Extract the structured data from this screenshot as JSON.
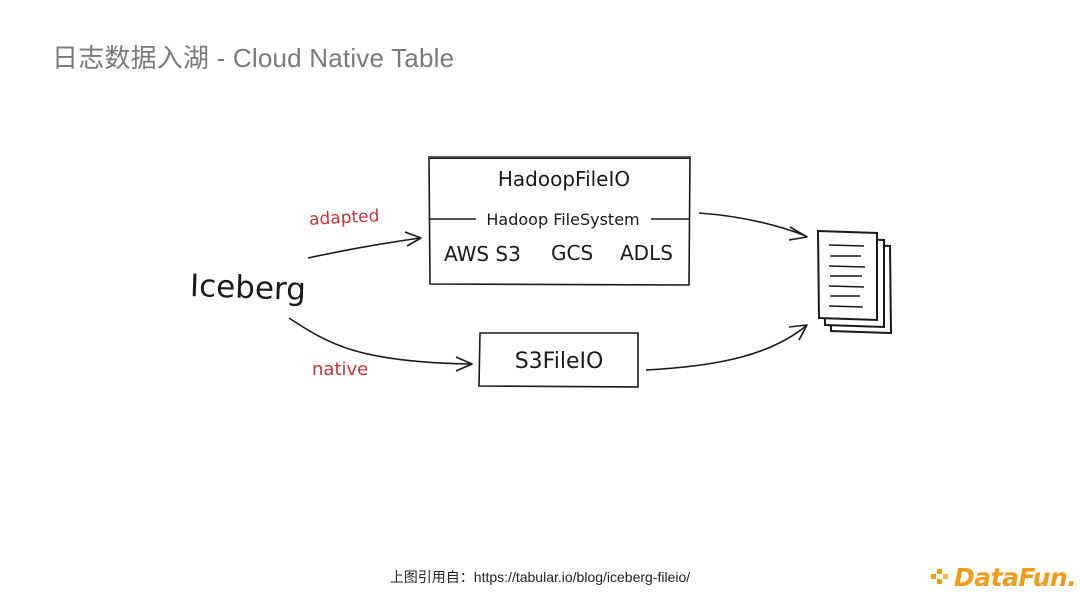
{
  "title": "日志数据入湖 - Cloud Native Table",
  "diagram": {
    "source": "Iceberg",
    "edges": {
      "adapted": "adapted",
      "native": "native"
    },
    "hadoop_box": {
      "title": "HadoopFileIO",
      "divider_label": "Hadoop FileSystem",
      "backends": [
        "AWS S3",
        "GCS",
        "ADLS"
      ]
    },
    "s3_box": {
      "title": "S3FileIO"
    }
  },
  "citation": "上图引用自：https://tabular.io/blog/iceberg-fileio/",
  "logo": {
    "text": "DataFun.",
    "color": "#f29a1a"
  },
  "colors": {
    "title": "#7a7a7a",
    "ink": "#1a1a1a",
    "edge_label": "#c8323a"
  }
}
